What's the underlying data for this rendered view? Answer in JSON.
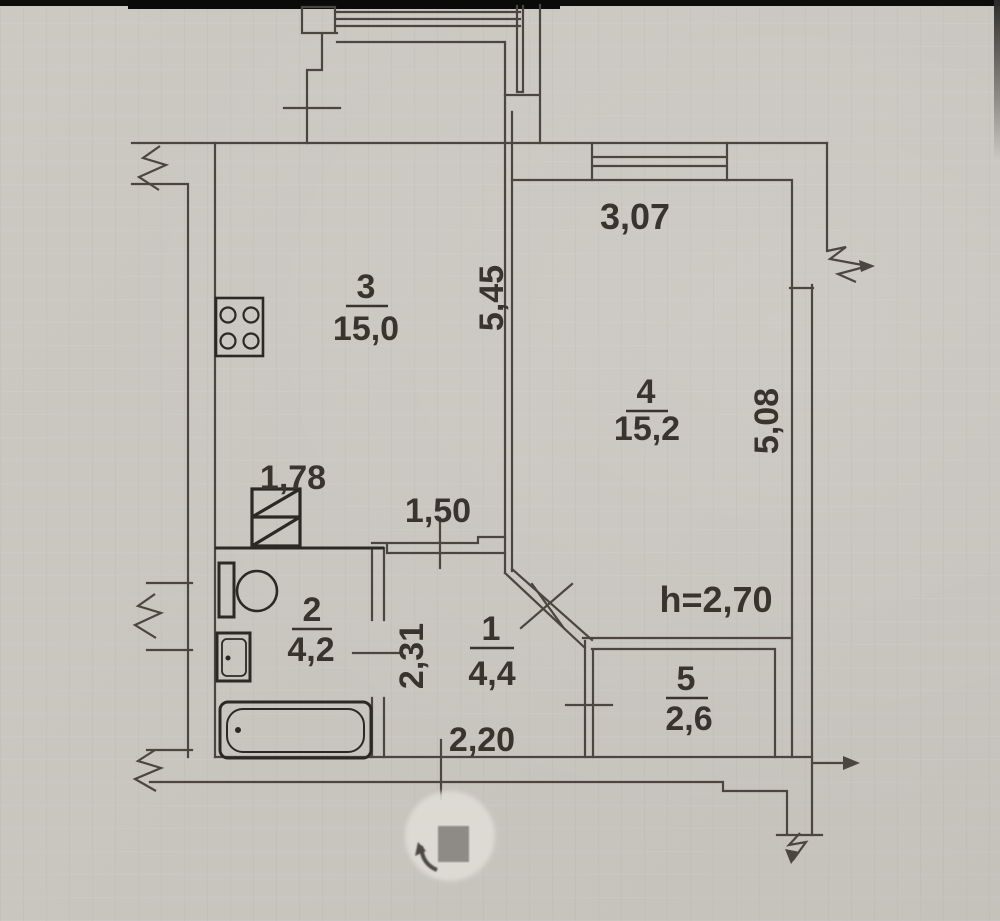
{
  "document": {
    "type": "apartment floor plan (BTI scan)"
  },
  "plan": {
    "rooms": [
      {
        "number": "3",
        "area": "15,0"
      },
      {
        "number": "4",
        "area": "15,2"
      },
      {
        "number": "2",
        "area": "4,2"
      },
      {
        "number": "1",
        "area": "4,4"
      },
      {
        "number": "5",
        "area": "2,6"
      }
    ],
    "dimensions": {
      "room4_top_width": "3,07",
      "kitchen_right_depth": "5,45",
      "room4_right_depth": "5,08",
      "washer_niche_width": "1,78",
      "kitchen_passage_width": "1,50",
      "hall_width": "2,31",
      "hall_bottom_width": "2,20",
      "ceiling_height": "h=2,70"
    },
    "icons": [
      "stove-icon",
      "washing-machine-icon",
      "toilet-icon",
      "sink-icon",
      "bathtub-icon",
      "entrance-door-x-mark",
      "window-icon",
      "wall-break-icon"
    ],
    "colors": {
      "paper": "#cac6c0",
      "wall_line": "#4b463f",
      "fixture_line": "#2c2924",
      "text": "#39352e",
      "photo_edge": "#0e0d0c",
      "watermark_square": "#8e8b86"
    }
  }
}
